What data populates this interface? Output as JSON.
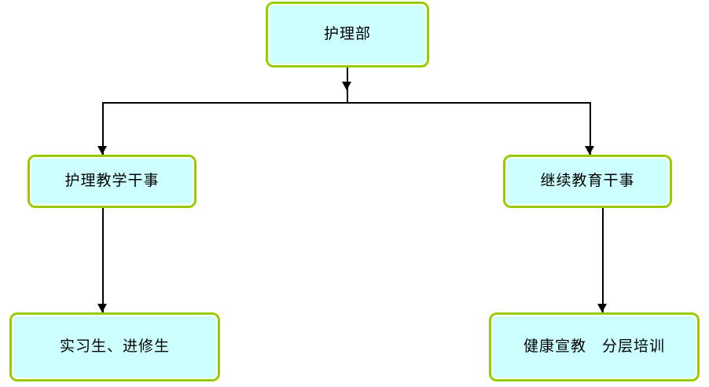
{
  "diagram": {
    "type": "organizational-chart",
    "orientation": "top-down",
    "style": {
      "node_fill": "#ccffff",
      "node_border": "#99cc00",
      "connector_color": "#000000",
      "background": "#ffffff"
    },
    "nodes": [
      {
        "id": "top",
        "label": "护理部",
        "level": 1
      },
      {
        "id": "left-1",
        "label": "护理教学干事",
        "level": 2
      },
      {
        "id": "right-1",
        "label": "继续教育干事",
        "level": 2
      },
      {
        "id": "left-2",
        "label": "实习生、进修生",
        "level": 3
      },
      {
        "id": "right-2",
        "label": "健康宣教　分层培训",
        "level": 3
      }
    ],
    "edges": [
      {
        "from": "top",
        "to": "left-1"
      },
      {
        "from": "top",
        "to": "right-1"
      },
      {
        "from": "left-1",
        "to": "left-2"
      },
      {
        "from": "right-1",
        "to": "right-2"
      }
    ]
  }
}
